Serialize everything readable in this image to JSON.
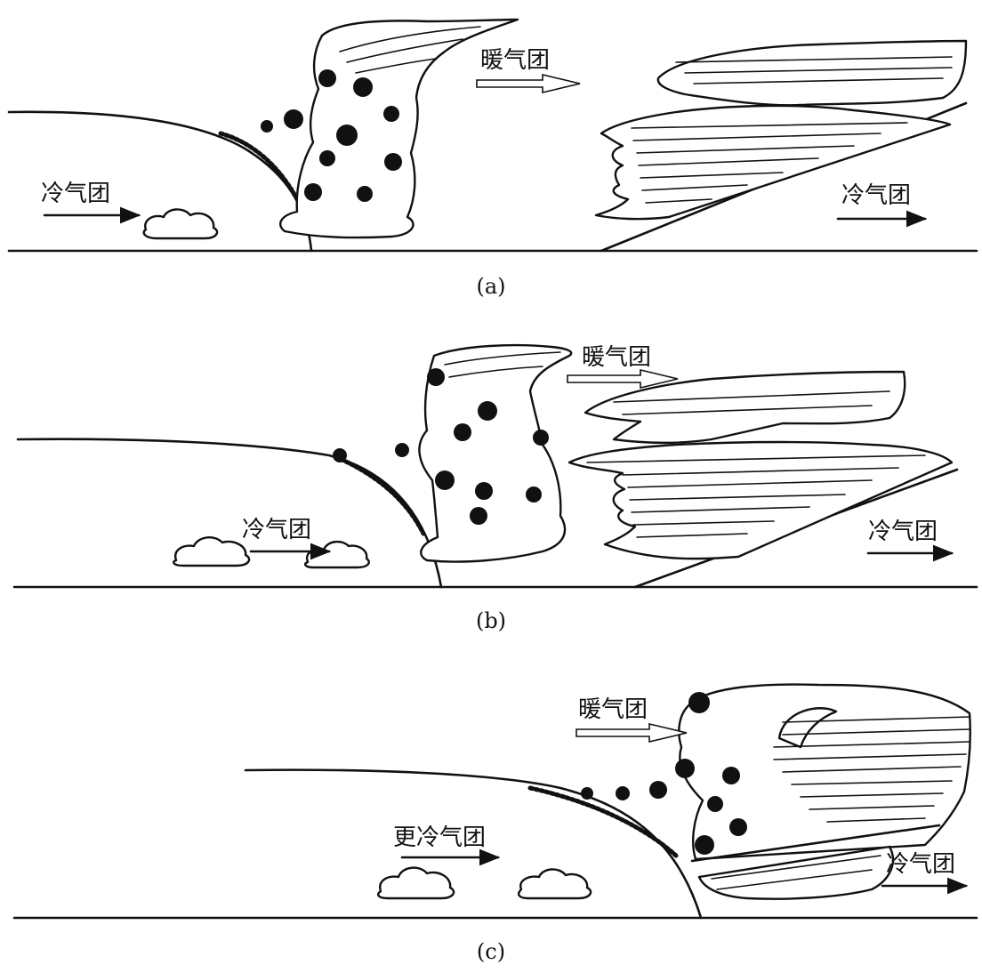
{
  "palette": {
    "ink": "#111111",
    "paper": "#ffffff"
  },
  "panels": [
    {
      "caption": "(a)",
      "warm_label": "暖气团",
      "cold_behind_label": "冷气团",
      "cold_ahead_label": "冷气团"
    },
    {
      "caption": "(b)",
      "warm_label": "暖气团",
      "cold_behind_label": "冷气团",
      "cold_ahead_label": "冷气团"
    },
    {
      "caption": "(c)",
      "warm_label": "暖气团",
      "cold_behind_label": "更冷气团",
      "cold_ahead_label": "冷气团"
    }
  ]
}
